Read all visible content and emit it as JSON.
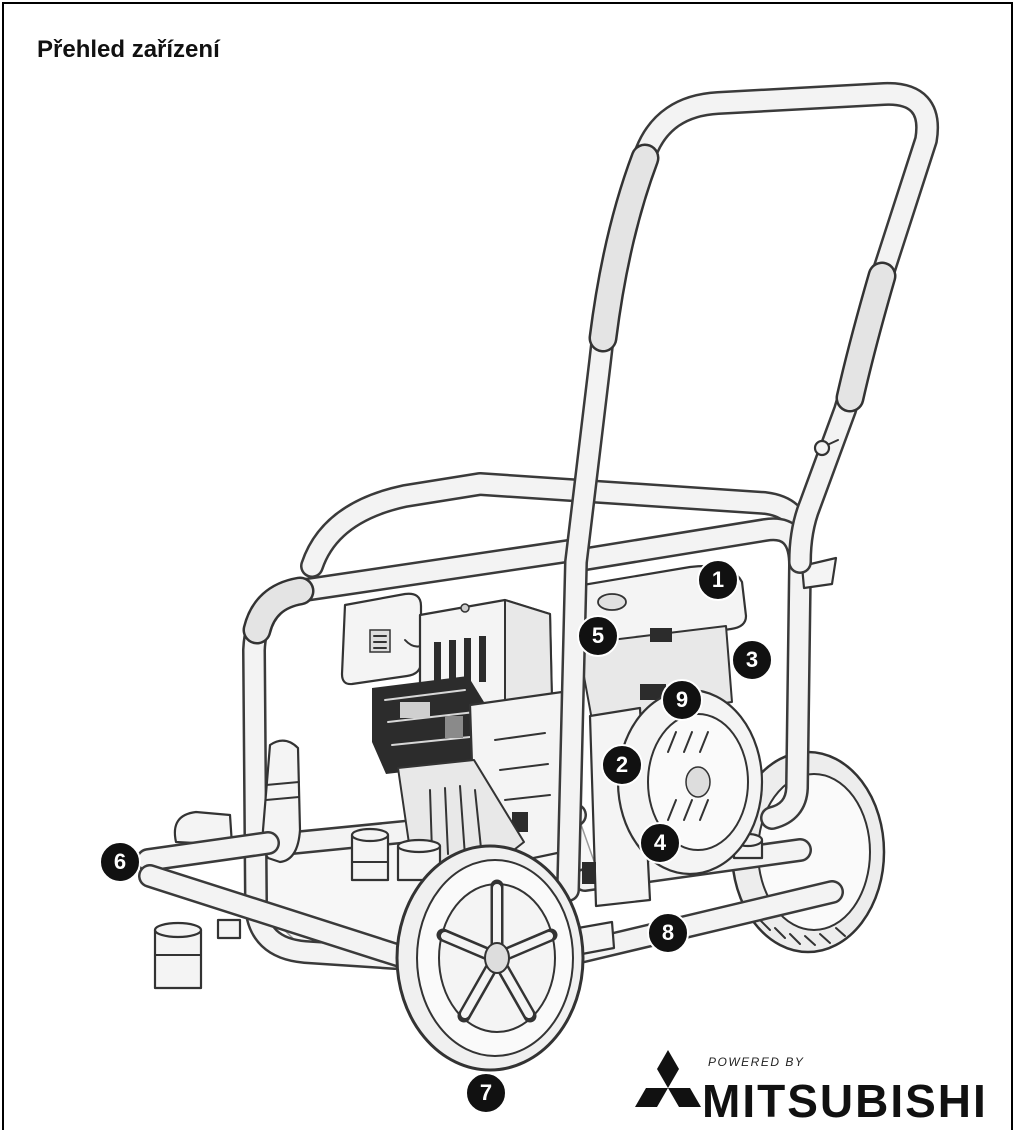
{
  "title": "Přehled zařízení",
  "callouts": [
    "1",
    "2",
    "3",
    "4",
    "5",
    "6",
    "7",
    "8",
    "9"
  ],
  "logo": {
    "icon": "mitsubishi-three-diamonds-icon",
    "powered_by": "POWERED BY",
    "brand": "MITSUBISHI"
  },
  "colors": {
    "callout": "#111111",
    "callout_text": "#ffffff",
    "outline": "#333333",
    "border": "#000000"
  }
}
